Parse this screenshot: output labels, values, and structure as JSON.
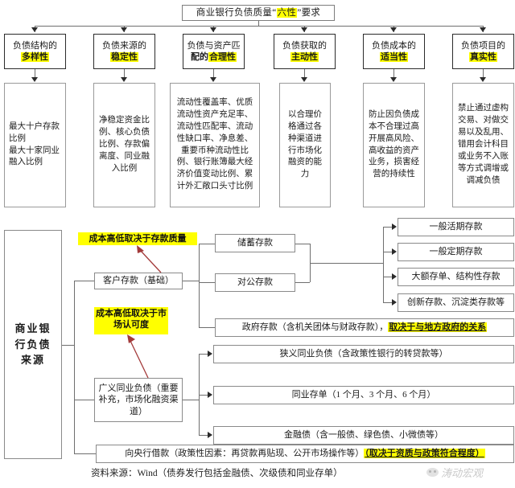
{
  "title": {
    "prefix": "商业银行负债质量",
    "quote_open": "“",
    "highlight": "六性",
    "quote_close": "”",
    "suffix": "要求"
  },
  "pillars": [
    {
      "line1": "负债结构的",
      "line2": "多样性",
      "desc": "最大十户存款比例\n最大十家同业融入比例"
    },
    {
      "line1": "负债来源的",
      "line2": "稳定性",
      "desc": "净稳定资金比例、核心负债比例、存款偏离度、同业融入比例"
    },
    {
      "line1": "负债与资产匹",
      "line2_pre": "配的",
      "line2": "合理性",
      "desc": "流动性覆盖率、优质流动性资产充足率、流动性匹配率、流动性缺口率、净息差、重要币种流动性比例、银行账簿最大经济价值变动比例、累计外汇敞口头寸比例"
    },
    {
      "line1": "负债获取的",
      "line2": "主动性",
      "desc": "以合理价格通过各种渠道进行市场化融资的能力"
    },
    {
      "line1": "负债成本的",
      "line2": "适当性",
      "desc": "防止因负债成本不合理过高开展高风险、高收益的资产业务，损害经营的持续性"
    },
    {
      "line1": "负债项目的",
      "line2": "真实性",
      "desc": "禁止通过虚构交易、对做交易以及乱用、错用会计科目或业务不入账等方式调增或调减负债"
    }
  ],
  "tree": {
    "root_label": "商业银行负债来源",
    "annotations": [
      {
        "text": "成本高低取决于存款质量"
      },
      {
        "text": "成本高低取决于市场认可度"
      }
    ],
    "branches": [
      {
        "label": "客户存款（基础）"
      },
      {
        "label": "广义同业负债（重要补充，市场化融资渠道）"
      }
    ],
    "deposit_groups": [
      {
        "label": "储蓄存款"
      },
      {
        "label": "对公存款"
      }
    ],
    "deposit_leaves": [
      {
        "label": "一般活期存款"
      },
      {
        "label": "一般定期存款"
      },
      {
        "label": "大额存单、结构性存款"
      },
      {
        "label": "创新存款、沉淀类存款等"
      }
    ],
    "gov_deposit": {
      "plain": "政府存款（含机关团体与财政存款），",
      "highlight": "取决于与地方政府的关系"
    },
    "interbank_leaves": [
      {
        "label": "狭义同业负债（含政策性银行的转贷款等）"
      },
      {
        "label": "同业存单（1 个月、3 个月、6 个月）"
      },
      {
        "label": "金融债（含一般债、绿色债、小微债等）"
      }
    ],
    "central_bank": {
      "plain": "向央行借款（政策性因素：再贷款再贴现、公开市场操作等）",
      "highlight": "（取决于资质与政策符合程度）"
    }
  },
  "footer": {
    "source": "资料来源：Wind（债券发行包括金融债、次级债和同业存单）",
    "watermark": "涛动宏观"
  },
  "colors": {
    "highlight": "#ffff00",
    "border": "#8a8a8a",
    "header_border": "#2b2b2b",
    "arrow_red": "#a33a3a"
  }
}
